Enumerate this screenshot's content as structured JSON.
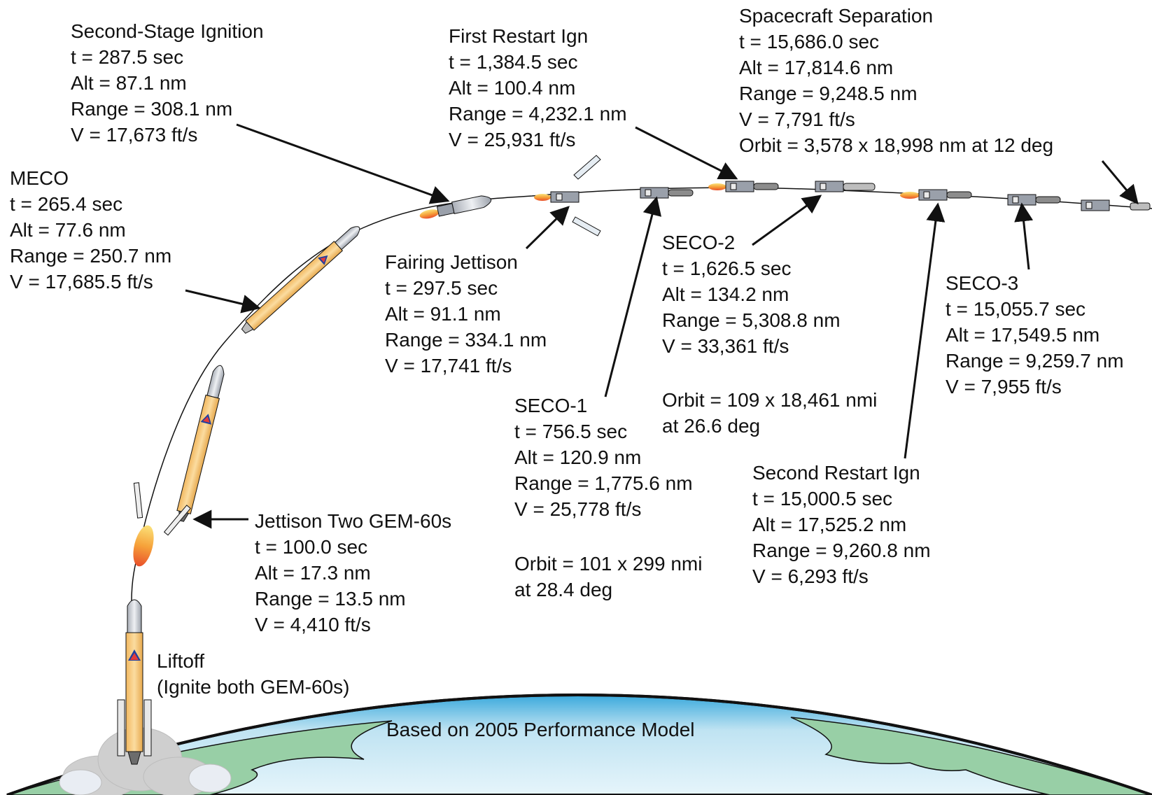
{
  "model_note": "Based on 2005 Performance Model",
  "events": [
    {
      "id": "second-stage-ignition",
      "title": "Second-Stage Ignition",
      "lines": [
        "t = 287.5 sec",
        "Alt = 87.1 nm",
        "Range = 308.1 nm",
        "V = 17,673 ft/s"
      ]
    },
    {
      "id": "first-restart",
      "title": "First Restart Ign",
      "lines": [
        "t = 1,384.5 sec",
        "Alt = 100.4 nm",
        "Range = 4,232.1 nm",
        "V = 25,931 ft/s"
      ]
    },
    {
      "id": "spacecraft-separation",
      "title": "Spacecraft Separation",
      "lines": [
        "t = 15,686.0 sec",
        "Alt = 17,814.6 nm",
        "Range = 9,248.5 nm",
        "V = 7,791 ft/s",
        "Orbit = 3,578 x 18,998 nm at 12 deg"
      ]
    },
    {
      "id": "meco",
      "title": "MECO",
      "lines": [
        "t = 265.4 sec",
        "Alt = 77.6 nm",
        "Range = 250.7 nm",
        "V = 17,685.5 ft/s"
      ]
    },
    {
      "id": "fairing-jettison",
      "title": "Fairing Jettison",
      "lines": [
        "t = 297.5 sec",
        "Alt = 91.1 nm",
        "Range = 334.1 nm",
        "V = 17,741 ft/s"
      ]
    },
    {
      "id": "seco-2",
      "title": "SECO-2",
      "lines": [
        "t = 1,626.5 sec",
        "Alt = 134.2 nm",
        "Range = 5,308.8 nm",
        "V = 33,361 ft/s"
      ]
    },
    {
      "id": "seco-3",
      "title": "SECO-3",
      "lines": [
        "t = 15,055.7 sec",
        "Alt = 17,549.5 nm",
        "Range = 9,259.7 nm",
        "V = 7,955 ft/s"
      ]
    },
    {
      "id": "seco-1",
      "title": "SECO-1",
      "lines": [
        "t = 756.5 sec",
        "Alt = 120.9 nm",
        "Range = 1,775.6 nm",
        "V = 25,778 ft/s"
      ]
    },
    {
      "id": "second-restart",
      "title": "Second Restart Ign",
      "lines": [
        "t = 15,000.5 sec",
        "Alt = 17,525.2 nm",
        "Range = 9,260.8 nm",
        "V = 6,293 ft/s"
      ]
    },
    {
      "id": "jettison-gem",
      "title": "Jettison Two GEM-60s",
      "lines": [
        "t = 100.0 sec",
        "Alt = 17.3 nm",
        "Range = 13.5 nm",
        "V = 4,410 ft/s"
      ]
    },
    {
      "id": "liftoff",
      "title": "Liftoff",
      "lines": [
        "(Ignite both GEM-60s)"
      ]
    }
  ],
  "orbit_notes": [
    {
      "id": "seco-1-orbit",
      "lines": [
        "Orbit = 101 x 299 nmi",
        "at 28.4 deg"
      ]
    },
    {
      "id": "seco-2-orbit",
      "lines": [
        "Orbit = 109 x 18,461 nmi",
        "at 26.6 deg"
      ]
    }
  ],
  "colors": {
    "ocean": "#cde9f4",
    "ocean_edge": "#4fb6e0",
    "land": "#98cfa6",
    "booster": "#f6c87a",
    "flame": "#f49a3a",
    "stage": "#d0d4dc",
    "smoke": "#cfcfcf",
    "logo_red": "#e23b3b",
    "logo_blue": "#1f3fa0"
  }
}
